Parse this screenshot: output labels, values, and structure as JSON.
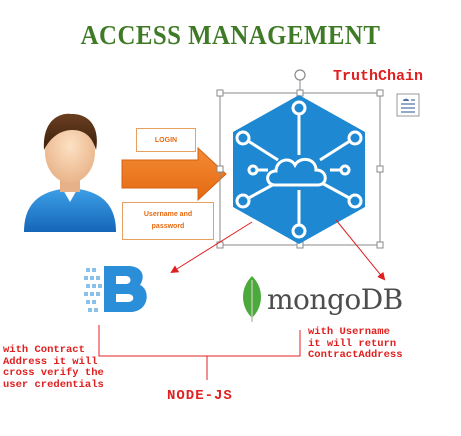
{
  "title": "ACCESS MANAGEMENT",
  "blockchain_label": "TruthChain",
  "arrow": {
    "login_label": "LOGIN",
    "credentials_label": "Username and password"
  },
  "database": {
    "name_prefix": "mongo",
    "name_suffix": "DB"
  },
  "notes": {
    "left": "with Contract\nAddress it will\ncross verify the\nuser credentials",
    "right": "with Username\nit will return\nContractAddress"
  },
  "backend_label": "NODE-JS",
  "colors": {
    "title": "#3f7a26",
    "accent_red": "#e02020",
    "arrow_orange": "#ef7d22",
    "hex_blue": "#1f88d2",
    "mongo_green": "#4caa3c"
  }
}
